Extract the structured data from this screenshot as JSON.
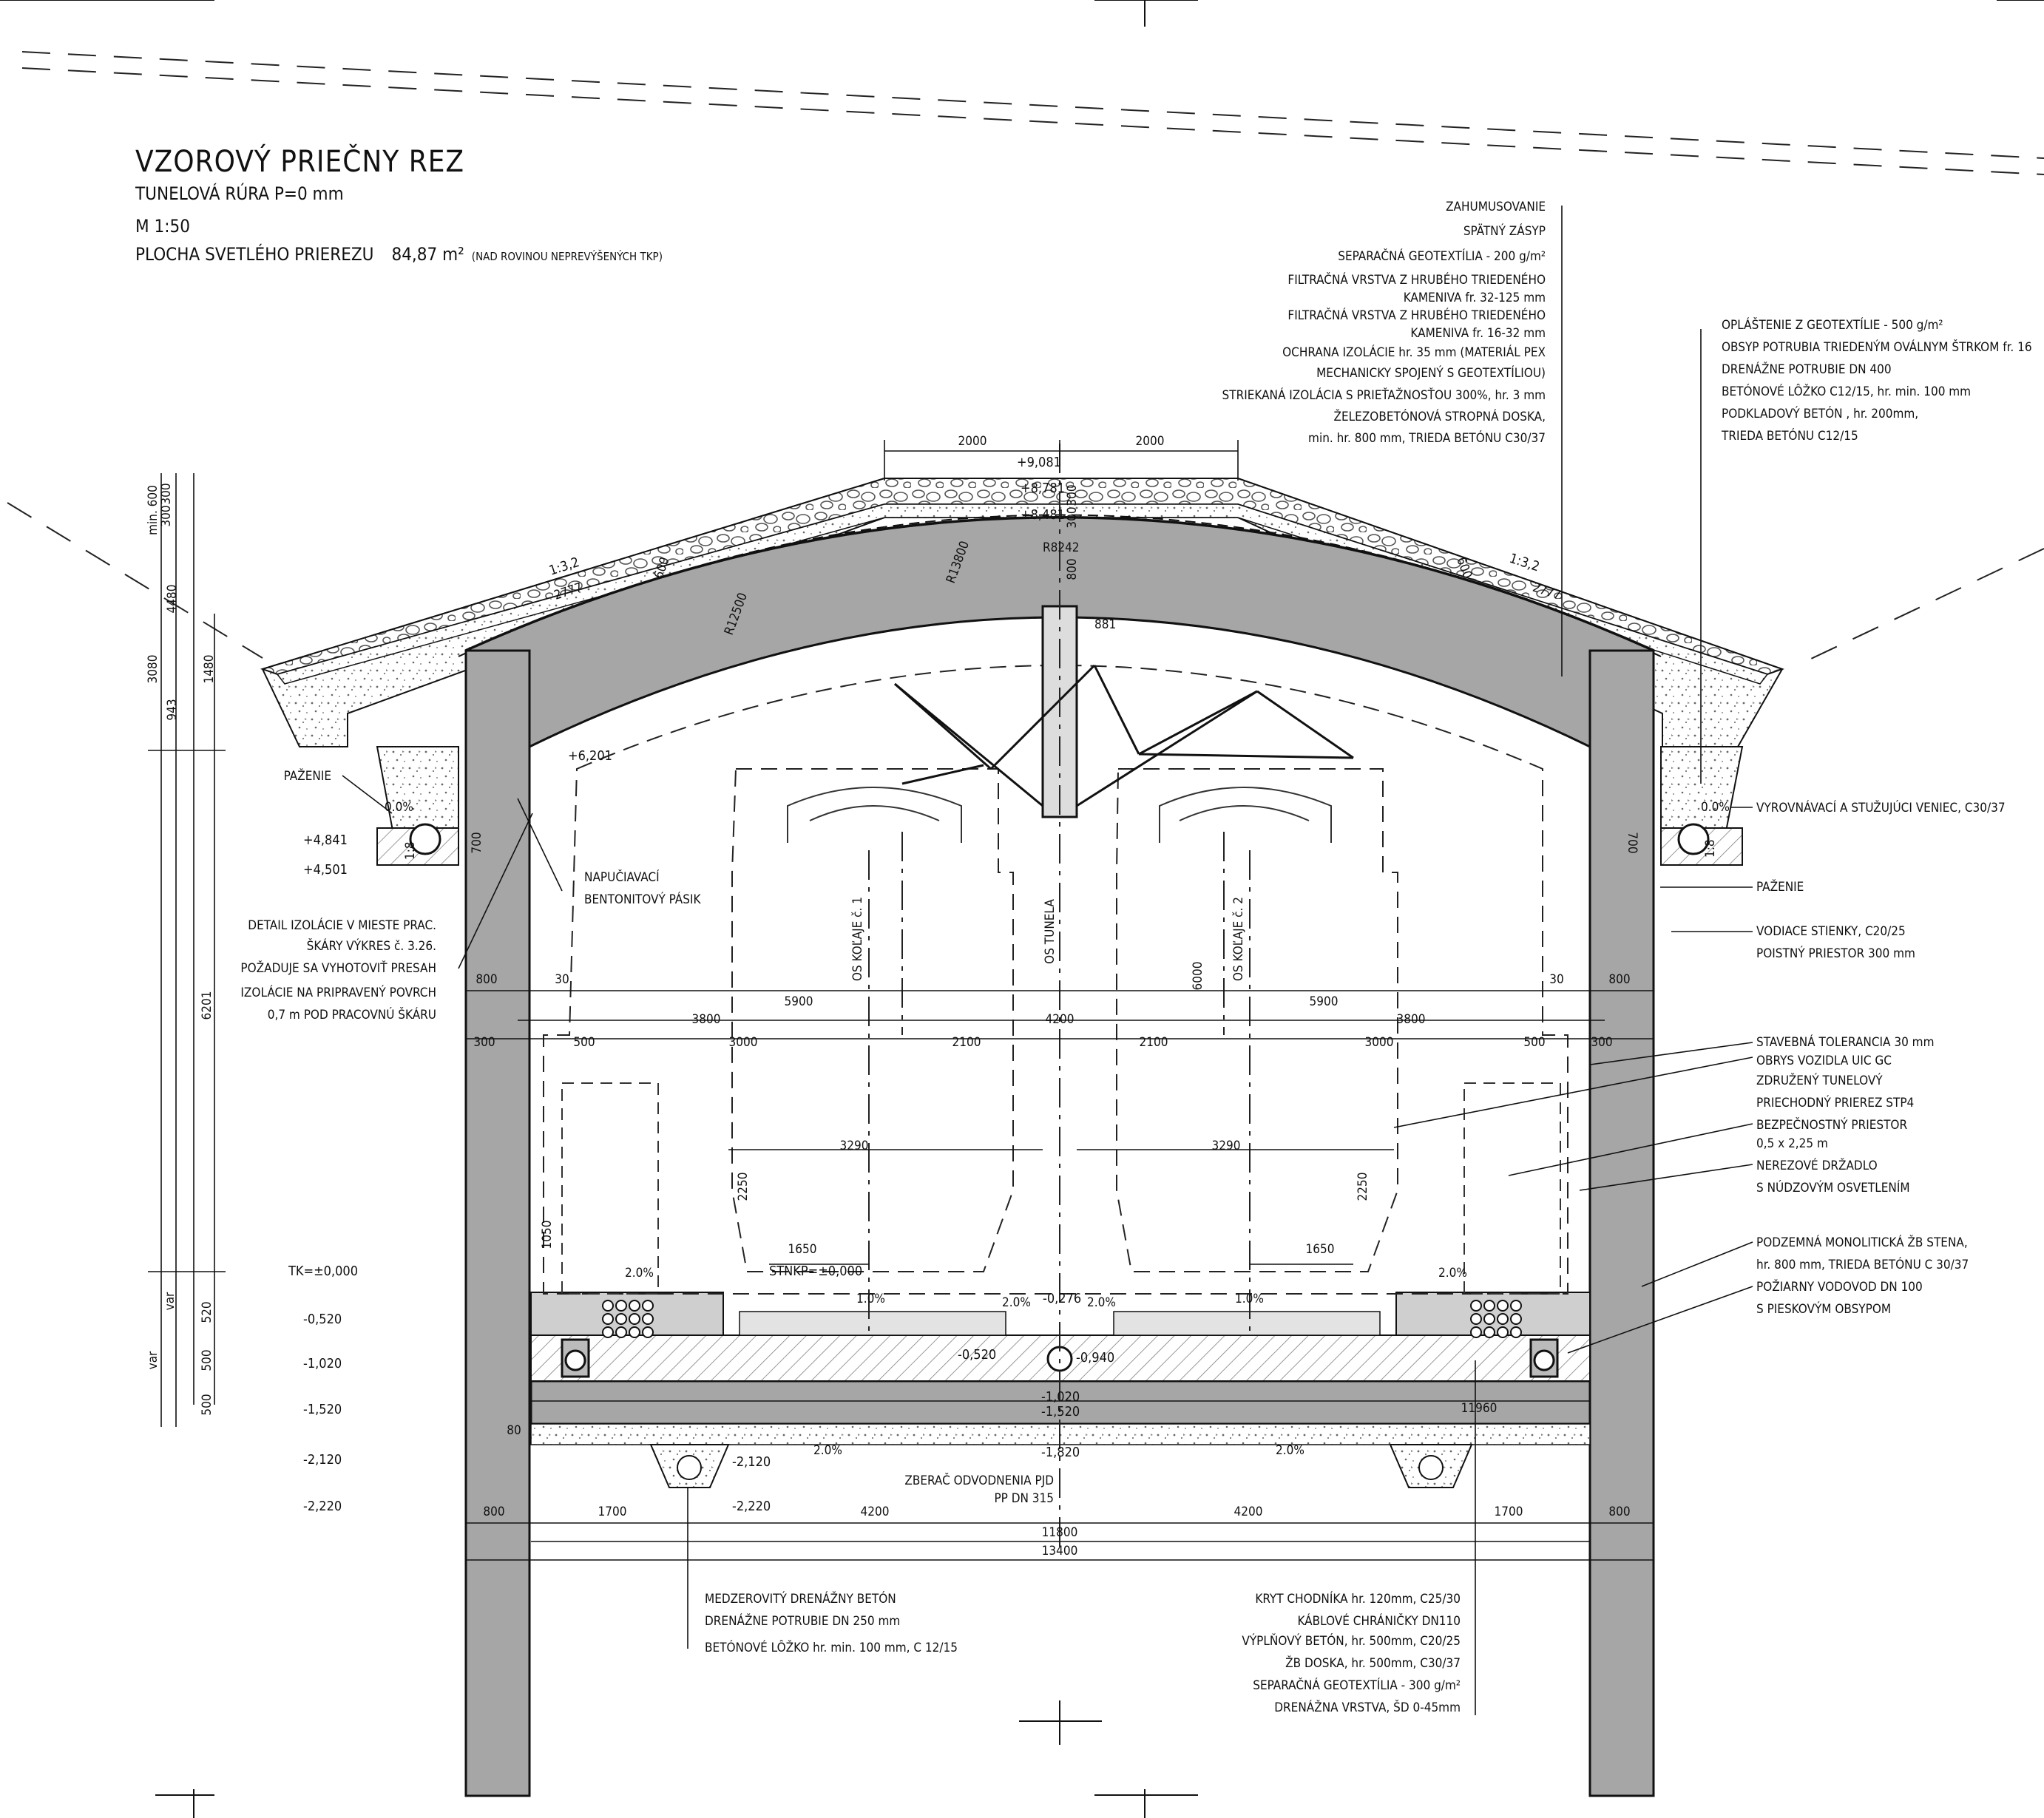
{
  "title": "VZOROVÝ PRIEČNY REZ",
  "subtitle": "TUNELOVÁ RÚRA P=0 mm",
  "scale": "M 1:50",
  "area_label": "PLOCHA SVETLÉHO PRIEREZU",
  "area_value": "84,87 m²",
  "area_note": "(NAD ROVINOU NEPREVÝŠENÝCH TKP)",
  "callouts_roof": [
    "ZAHUMUSOVANIE",
    "SPÄTNÝ ZÁSYP",
    "SEPARAČNÁ GEOTEXTÍLIA - 200 g/m²",
    "FILTRAČNÁ VRSTVA Z HRUBÉHO TRIEDENÉHO",
    "KAMENIVA fr. 32-125 mm",
    "FILTRAČNÁ VRSTVA Z HRUBÉHO TRIEDENÉHO",
    "KAMENIVA fr. 16-32 mm",
    "OCHRANA IZOLÁCIE hr. 35 mm (MATERIÁL PEX",
    "MECHANICKY SPOJENÝ S GEOTEXTÍLIOU)",
    "STRIEKANÁ IZOLÁCIA S PRIEŤAŽNOSŤOU 300%, hr. 3 mm",
    "ŽELEZOBETÓNOVÁ STROPNÁ DOSKA,",
    "min. hr. 800 mm, TRIEDA BETÓNU C30/37"
  ],
  "callouts_drain_right": [
    "OPLÁŠTENIE Z GEOTEXTÍLIE - 500 g/m²",
    "OBSYP POTRUBIA TRIEDENÝM OVÁLNYM ŠTRKOM fr. 16",
    "DRENÁŽNE POTRUBIE DN 400",
    "BETÓNOVÉ LÔŽKO C12/15, hr. min. 100 mm",
    "PODKLADOVÝ BETÓN , hr. 200mm,",
    "TRIEDA BETÓNU C12/15"
  ],
  "callouts_right_mid": [
    "VYROVNÁVACÍ A STUŽUJÚCI VENIEC, C30/37",
    "PAŽENIE",
    "VODIACE STIENKY, C20/25",
    "POISTNÝ PRIESTOR 300 mm",
    "STAVEBNÁ TOLERANCIA 30 mm",
    "OBRYS VOZIDLA UIC GC",
    "ZDRUŽENÝ TUNELOVÝ",
    "PRIECHODNÝ PRIEREZ STP4",
    "BEZPEČNOSTNÝ PRIESTOR",
    "0,5 x 2,25 m",
    "NEREZOVÉ DRŽADLO",
    "S NÚDZOVÝM OSVETLENÍM",
    "PODZEMNÁ MONOLITICKÁ ŽB STENA,",
    "hr. 800 mm, TRIEDA BETÓNU C 30/37",
    "POŽIARNY VODOVOD DN 100",
    "S PIESKOVÝM OBSYPOM"
  ],
  "callouts_left": [
    "PAŽENIE",
    "DETAIL IZOLÁCIE V MIESTE PRAC.",
    "ŠKÁRY VÝKRES č. 3.26.",
    "POŽADUJE SA VYHOTOVIŤ PRESAH",
    "IZOLÁCIE NA PRIPRAVENÝ POVRCH",
    "0,7 m  POD PRACOVNÚ ŠKÁRU",
    "NAPUČIAVACÍ",
    "BENTONITOVÝ PÁSIK"
  ],
  "callouts_bottom_left": [
    "MEDZEROVITÝ DRENÁŽNY BETÓN",
    "DRENÁŽNE POTRUBIE DN 250 mm",
    "BETÓNOVÉ LÔŽKO hr. min. 100 mm, C 12/15"
  ],
  "callouts_bottom_right": [
    "KRYT CHODNÍKA hr. 120mm, C25/30",
    "KÁBLOVÉ CHRÁNIČKY DN110",
    "VÝPLŇOVÝ BETÓN, hr. 500mm, C20/25",
    "ŽB DOSKA, hr. 500mm, C30/37",
    "SEPARAČNÁ GEOTEXTÍLIA - 300 g/m²",
    "DRENÁŽNA VRSTVA, ŠD 0-45mm"
  ],
  "collector_label": [
    "ZBERAČ ODVODNENIA PJD",
    "PP DN 315"
  ],
  "axis_labels": [
    "OS KOĽAJE č. 1",
    "OS TUNELA",
    "OS KOĽAJE č. 2"
  ],
  "levels_left": [
    "+4,841",
    "+4,501",
    "TK=±0,000",
    "-0,520",
    "-1,020",
    "-1,520",
    "-2,120",
    "-2,220"
  ],
  "levels_center": [
    "+9,081",
    "+8,781",
    "+8,481",
    "+6,201",
    "STNKP=±0,000",
    "-0,276",
    "-0,520",
    "-0,940",
    "-1,020",
    "-1,520",
    "-1,820",
    "-2,120",
    "-2,220"
  ],
  "slopes": [
    "1:3,2",
    "1:3,2",
    "0.0%",
    "0.0%",
    "2.0%",
    "2.0%",
    "1.0%",
    "1.0%",
    "2.0%",
    "2.0%",
    "2.0%",
    "2.0%",
    "1:8",
    "1:8"
  ],
  "radii": [
    "R13800",
    "R12500",
    "R8242"
  ],
  "dims_roof": [
    "2000",
    "2000",
    "2777",
    "2777",
    "600",
    "600",
    "300",
    "300",
    "800",
    "881"
  ],
  "dims_left_vertical": [
    "min. 600",
    "300",
    "300",
    "3080",
    "4480",
    "1480",
    "943",
    "6201",
    "520",
    "500",
    "500",
    "var",
    "var",
    "700",
    "700",
    "1050",
    "2250",
    "2250",
    "6000"
  ],
  "dims_horizontal_upper": [
    "800",
    "30",
    "5900",
    "5900",
    "30",
    "800",
    "3800",
    "4200",
    "3800"
  ],
  "dims_horizontal_mid": [
    "300",
    "500",
    "3000",
    "2100",
    "2100",
    "3000",
    "500",
    "300"
  ],
  "dims_inner": [
    "3290",
    "3290",
    "1650",
    "1650",
    "11960",
    "80"
  ],
  "dims_bottom": [
    "800",
    "1700",
    "4200",
    "4200",
    "1700",
    "800",
    "11800",
    "13400"
  ]
}
